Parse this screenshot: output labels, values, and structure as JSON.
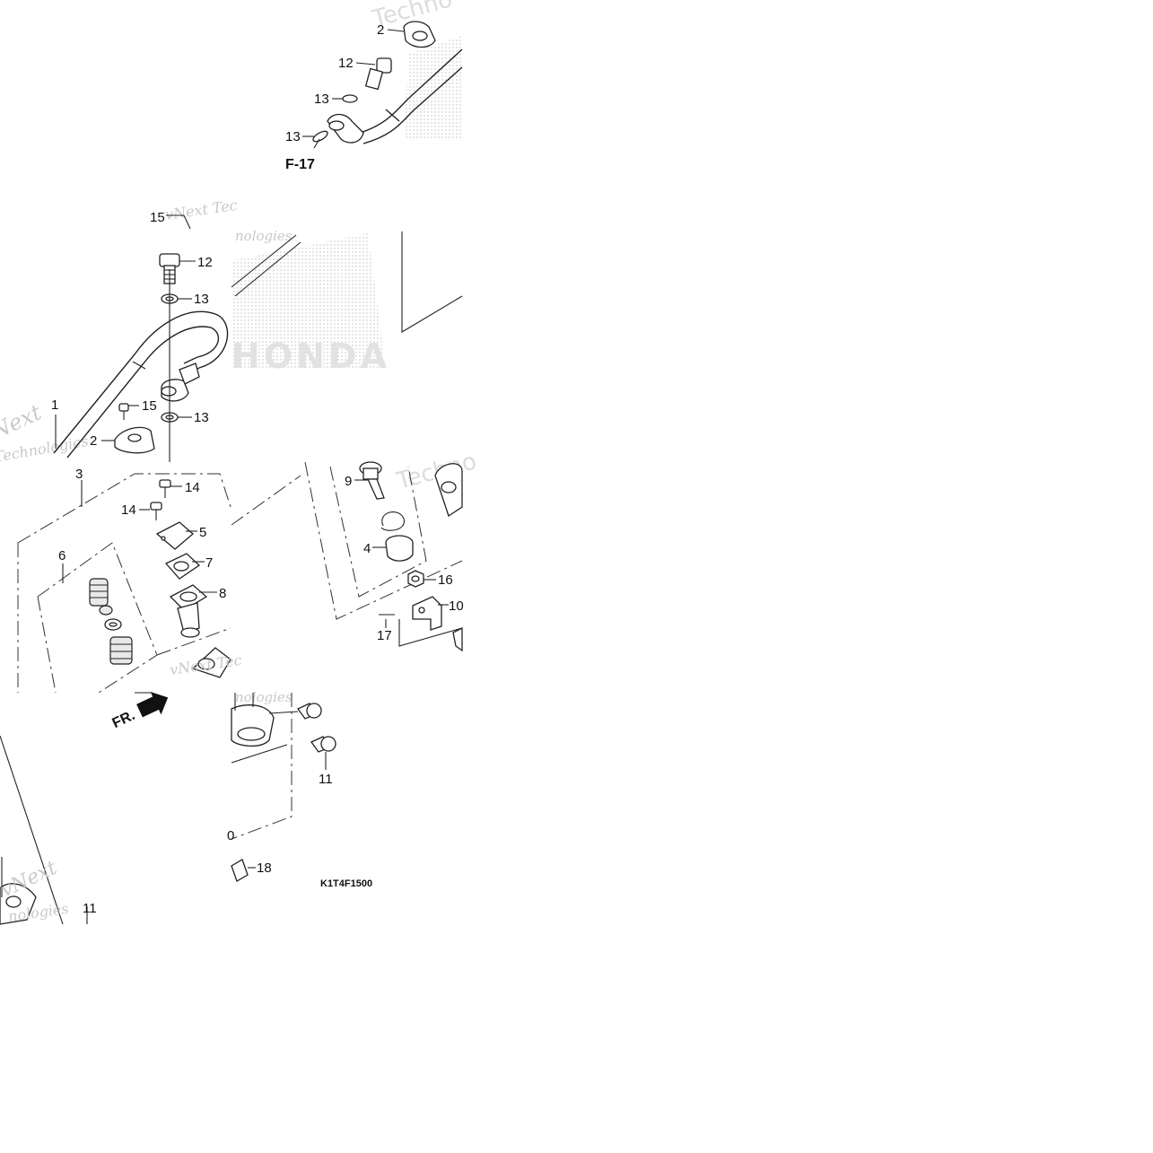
{
  "labels": {
    "l1": "1",
    "l2_top": "2",
    "l2_mid": "2",
    "l3": "3",
    "l4": "4",
    "l5": "5",
    "l6": "6",
    "l7": "7",
    "l8": "8",
    "l9": "9",
    "l10": "10",
    "l11_right": "11",
    "l11_bottom": "11",
    "l12_top": "12",
    "l12_mid": "12",
    "l13_a": "13",
    "l13_b": "13",
    "l13_c": "13",
    "l13_d": "13",
    "l14_a": "14",
    "l14_b": "14",
    "l15_top": "15",
    "l15_mid": "15",
    "l16": "16",
    "l17": "17",
    "l18": "18",
    "l0_partial": "0"
  },
  "refs": {
    "section": "F-17",
    "front": "FR.",
    "diagram_code": "K1T4F1500"
  },
  "watermarks": {
    "brand": "HONDA",
    "wm_vnext": "vNext Tec",
    "wm_technologies": "Technologies",
    "wm_tech": "Techno",
    "wm_nologies": "nologies",
    "wm_next": "Next",
    "wm_vnext_short": "vNext"
  },
  "colors": {
    "line": "#222222",
    "watermark": "#c9c9c9",
    "background": "#ffffff"
  }
}
